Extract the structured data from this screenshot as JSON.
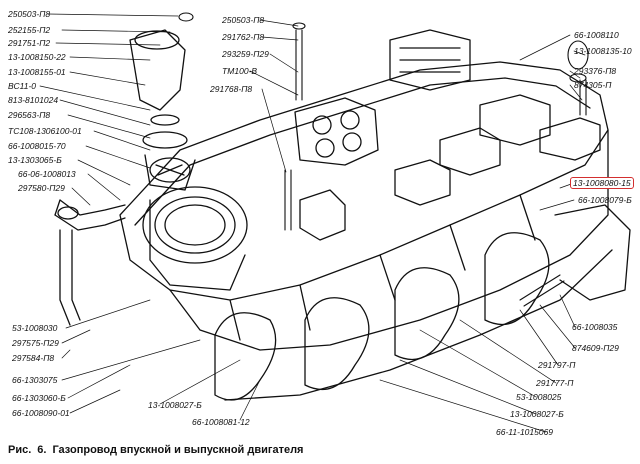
{
  "colors": {
    "line": "#111111",
    "highlight": "#d32f2f",
    "background": "#ffffff"
  },
  "caption": {
    "prefix": "Рис.",
    "number": "6.",
    "text": "Газопровод впускной и выпускной двигателя"
  },
  "labels": {
    "l01": "250503-П8",
    "l02": "252155-П2",
    "l03": "291751-П2",
    "l04": "13-1008150-22",
    "l05": "13-1008155-01",
    "l06": "ВС11-0",
    "l07": "813-8101024",
    "l08": "296563-П8",
    "l09": "ТС108-1306100-01",
    "l10": "66-1008015-70",
    "l11": "13-1303065-Б",
    "l12": "66-06-1008013",
    "l13": "297580-П29",
    "l14": "250503-П8",
    "l15": "291762-П8",
    "l16": "293259-П29",
    "l17": "ТМ100-В",
    "l18": "291768-П8",
    "l19": "66-1008110",
    "l20": "13-1008135-10",
    "l21": "293376-П8",
    "l22": "874305-П",
    "l23": "13-1008080-15",
    "l24": "66-1008079-Б",
    "l25": "53-1008030",
    "l26": "297575-П29",
    "l27": "297584-П8",
    "l28": "66-1303075",
    "l29": "66-1303060-Б",
    "l30": "66-1008090-01",
    "l31": "13-1008027-Б",
    "l32": "66-1008081-12",
    "l33": "66-1008035",
    "l34": "874609-П29",
    "l35": "291797-П",
    "l36": "291777-П",
    "l37": "53-1008025",
    "l38": "13-1008027-Б",
    "l39": "66-11-1015069"
  }
}
